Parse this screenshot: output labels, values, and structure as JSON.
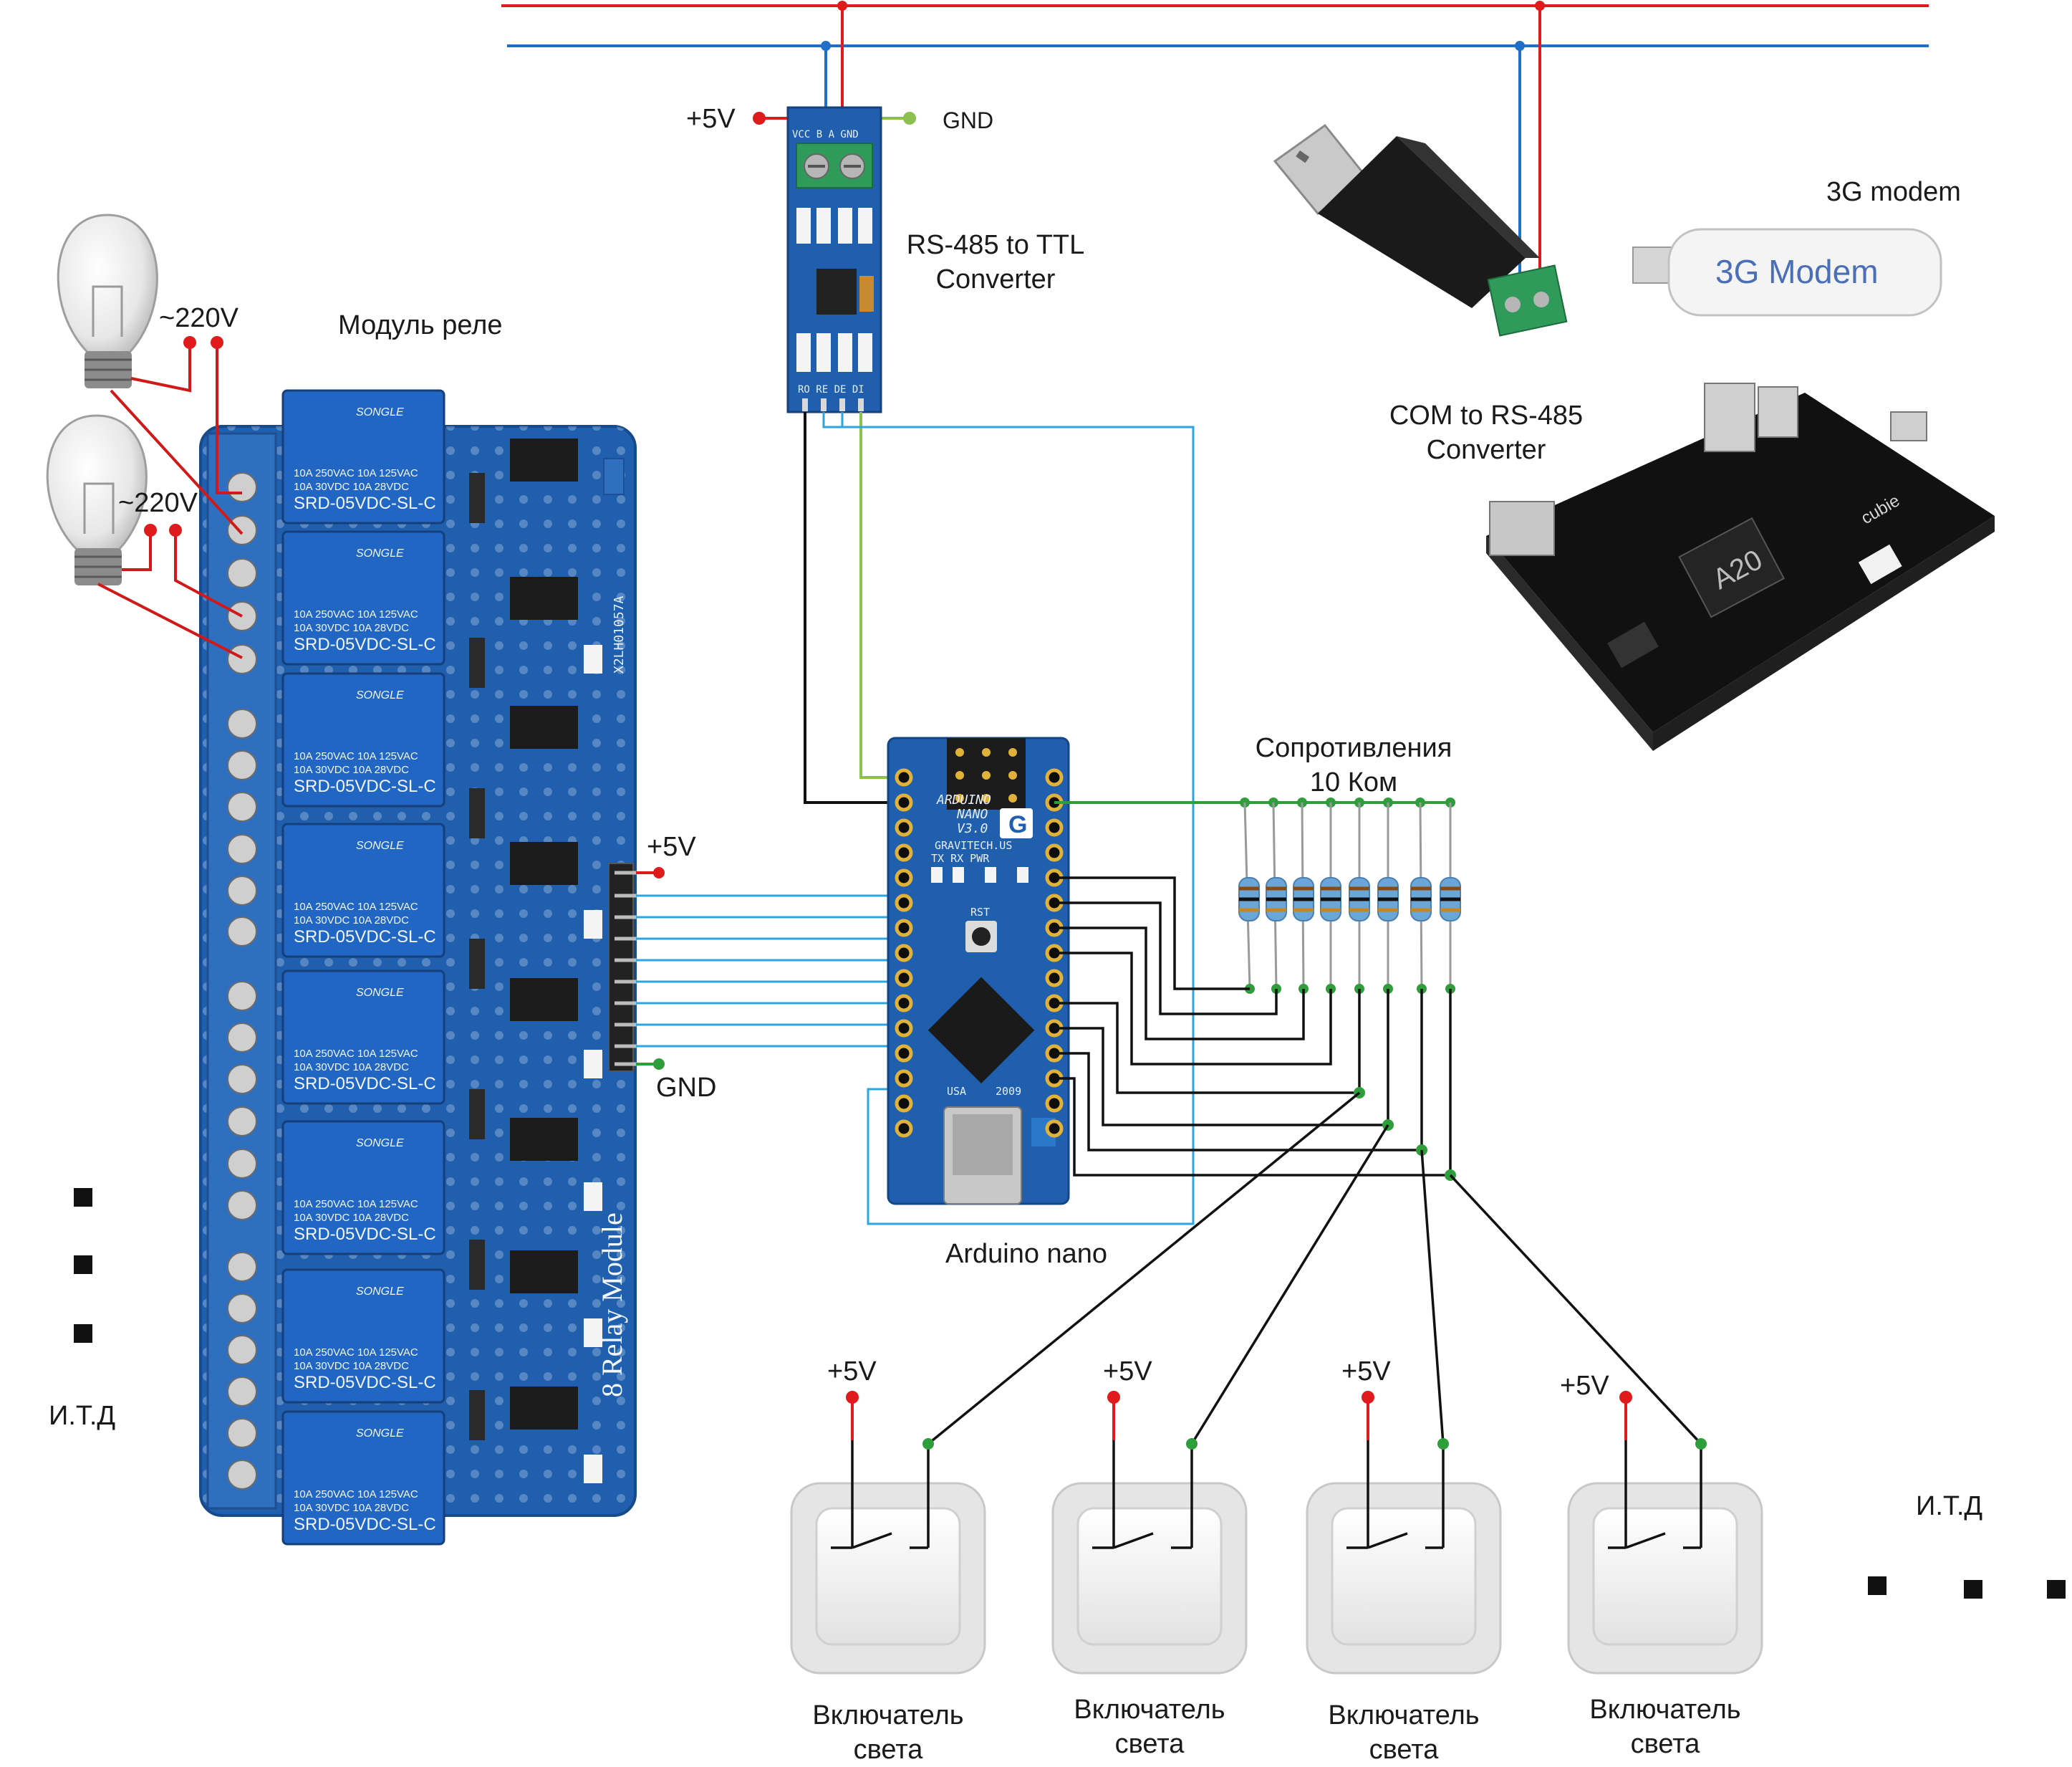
{
  "labels": {
    "plus5v": "+5V",
    "gnd": "GND",
    "ac220": "~220V",
    "relay_module": "Модуль реле",
    "rs485_ttl": [
      "RS-485 to TTL",
      "Converter"
    ],
    "com_rs485": [
      "COM to RS-485",
      "Converter"
    ],
    "modem_3g": "3G modem",
    "resistors": [
      "Сопротивления",
      "10 Ком"
    ],
    "arduino": "Arduino nano",
    "switch": [
      "Включатель",
      "света"
    ],
    "etc": "И.Т.Д"
  },
  "board_text": {
    "relay_brand": "SONGLE",
    "relay_rating": [
      "10A 250VAC  10A 125VAC",
      "10A 30VDC  10A 28VDC"
    ],
    "relay_model": "SRD-05VDC-SL-C",
    "relay_module_name": "8 Relay Module",
    "relay_pcb_code": "X2LH01057A",
    "rs485_pins_top": "VCC  B  A  GND",
    "rs485_pins_bottom": "RO RE DE DI",
    "arduino_title": [
      "ARDUINO",
      "NANO",
      "V3.0"
    ],
    "arduino_vendor": "GRAVITECH.US",
    "arduino_leds": "TX  RX  PWR",
    "arduino_rst": "RST",
    "arduino_country": "USA",
    "arduino_year": "2009",
    "modem_brand": "3G Modem",
    "soc_chip": "A20",
    "cubie": "cubie"
  },
  "colors": {
    "power_line": "#e01b1b",
    "bus_line": "#1f6fc8",
    "gnd_line": "#8cc152",
    "signal_line": "#2aa6e0",
    "resistor_bus": "#2e9e3a",
    "input_wire": "#111111",
    "pcb_blue": "#1f5fae",
    "relay_blue": "#2266c4",
    "terminal_blue": "#2f6fc0",
    "terminal_green": "#2f9a5a"
  },
  "icons": [
    "light-bulb-icon",
    "relay-module-icon",
    "rs485-ttl-board-icon",
    "usb-rs485-adapter-icon",
    "3g-modem-icon",
    "cubieboard-icon",
    "arduino-nano-icon",
    "resistor-icon",
    "wall-switch-icon"
  ]
}
